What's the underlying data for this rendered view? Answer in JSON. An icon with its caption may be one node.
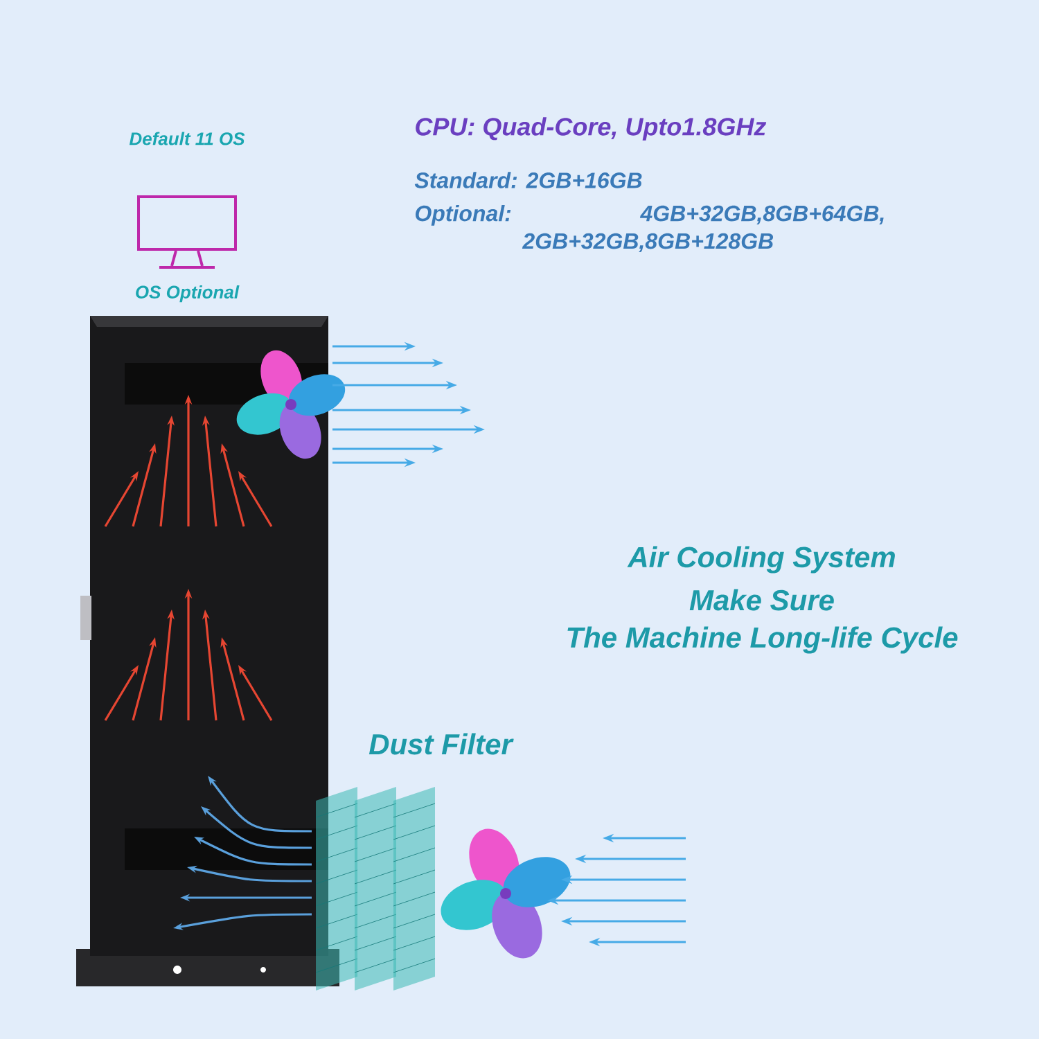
{
  "diagram": {
    "labels": [
      "Default 11 OS",
      "OS Optional",
      "CPU: Quad-Core, Upto1.8GHz",
      "Standard: 2GB+16GB",
      "Optional: 4GB+32GB,8GB+64GB, 2GB+32GB,8GB+128GB",
      "Air Cooling System",
      "Make Sure",
      "The Machine Long-life Cycle",
      "Dust Filter"
    ]
  }
}
